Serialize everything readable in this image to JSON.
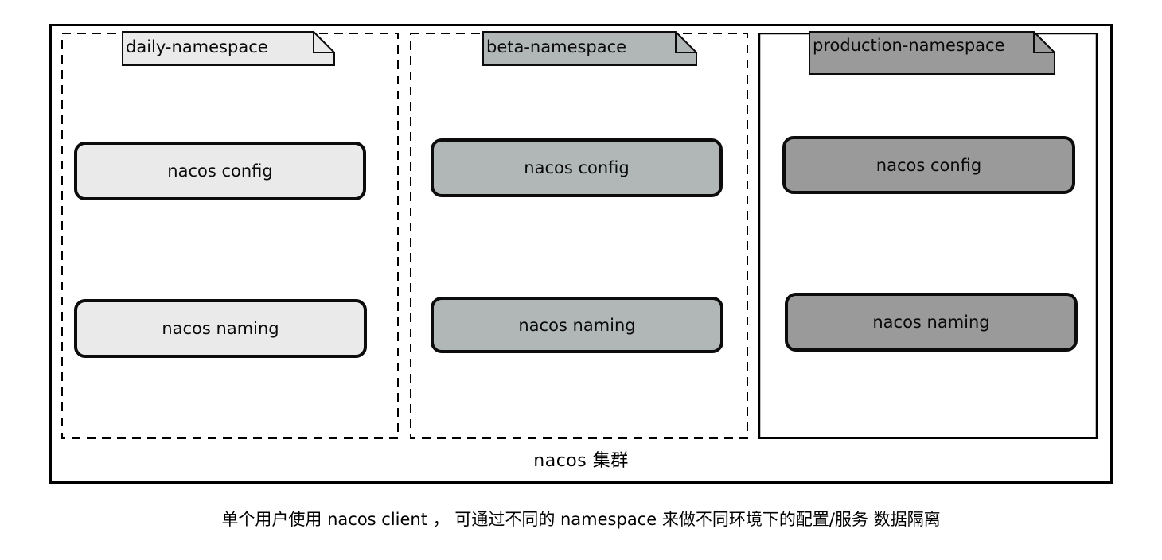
{
  "diagram": {
    "cluster": {
      "label": "nacos 集群"
    },
    "caption": "单个用户使用 nacos client ， 可通过不同的 namespace 来做不同环境下的配置/服务 数据隔离",
    "colors": {
      "background": "#ffffff",
      "line": "#000000",
      "daily_fill": "#eaeaea",
      "beta_fill": "#b1b7b7",
      "production_fill": "#9a9a9a"
    },
    "namespaces": [
      {
        "name": "daily-namespace",
        "border_style": "dashed",
        "fill": "#eaeaea",
        "config_label": "nacos config",
        "naming_label": "nacos naming"
      },
      {
        "name": "beta-namespace",
        "border_style": "dashed",
        "fill": "#b1b7b7",
        "config_label": "nacos config",
        "naming_label": "nacos naming"
      },
      {
        "name": "production-namespace",
        "border_style": "solid",
        "fill": "#9a9a9a",
        "config_label": "nacos config",
        "naming_label": "nacos naming"
      }
    ]
  }
}
